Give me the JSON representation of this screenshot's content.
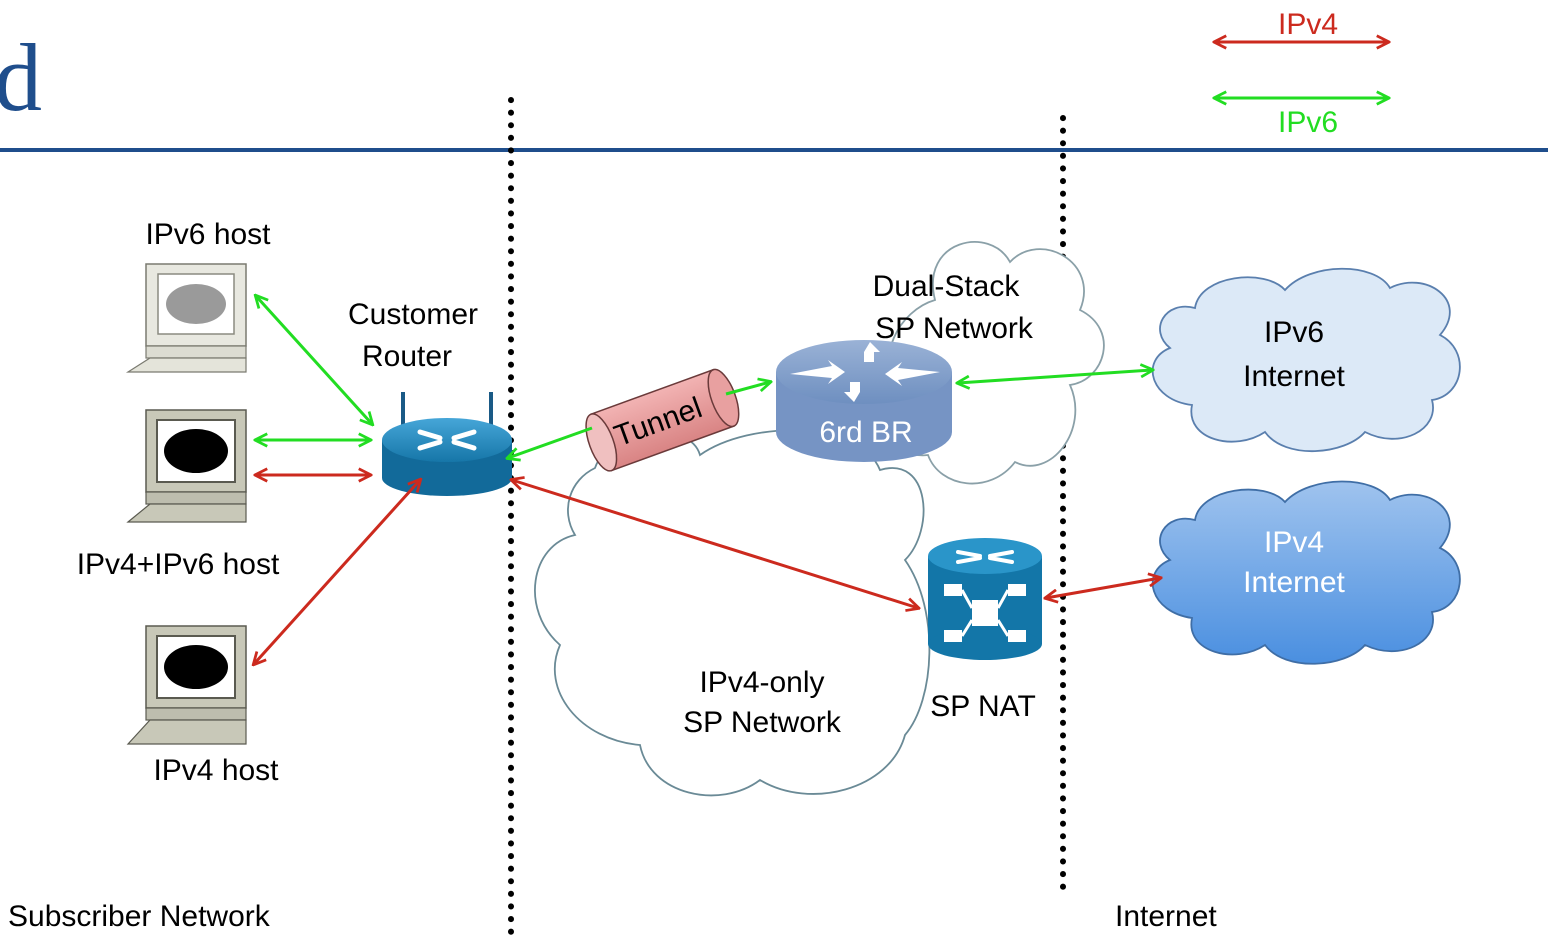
{
  "title_fragment": "d",
  "legend": {
    "ipv4_label": "IPv4",
    "ipv6_label": "IPv6",
    "ipv4_color": "#cc2a1e",
    "ipv6_color": "#22dd22"
  },
  "hosts": {
    "ipv6": "IPv6 host",
    "dual": "IPv4+IPv6 host",
    "ipv4": "IPv4 host"
  },
  "customer_router": {
    "line1": "Customer",
    "line2": "Router"
  },
  "tunnel": "Tunnel",
  "br": {
    "label": "6rd BR"
  },
  "dual_stack": {
    "line1": "Dual-Stack",
    "line2": "SP Network"
  },
  "ipv4_only": {
    "line1": "IPv4-only",
    "line2": "SP Network"
  },
  "sp_nat": "SP NAT",
  "internet6": {
    "line1": "IPv6",
    "line2": "Internet"
  },
  "internet4": {
    "line1": "IPv4",
    "line2": "Internet"
  },
  "zones": {
    "subscriber": "Subscriber Network",
    "internet": "Internet"
  },
  "colors": {
    "header_rule": "#1f4e8c"
  }
}
